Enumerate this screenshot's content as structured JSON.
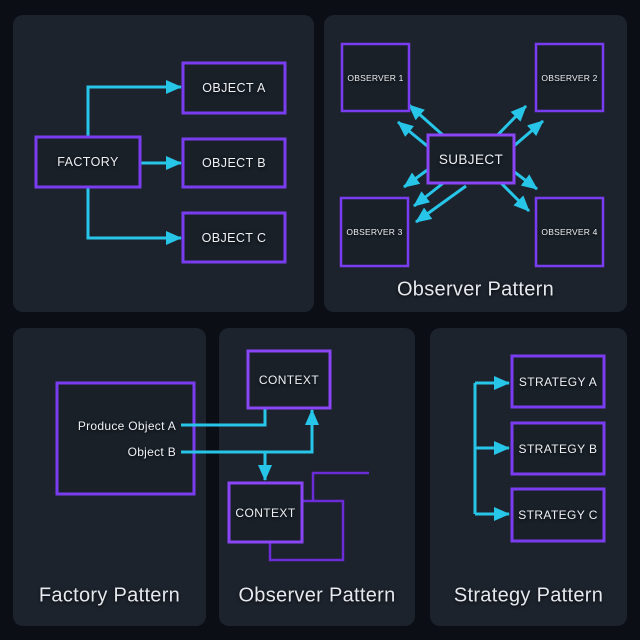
{
  "colors": {
    "violet": "#7a3cf0",
    "violet_bright": "#8a45f6",
    "violet_dim": "#6b2bd6",
    "cyan": "#27c5e8",
    "panel": "#1d232d",
    "page": "#0b0f15"
  },
  "factory_top": {
    "factory": "FACTORY",
    "object_a": "OBJECT A",
    "object_b": "OBJECT B",
    "object_c": "OBJECT C"
  },
  "observer_top": {
    "subject": "SUBJECT",
    "observer_1": "OBSERVER 1",
    "observer_2": "OBSERVER 2",
    "observer_3": "OBSERVER 3",
    "observer_4": "OBSERVER 4",
    "caption": "Observer Pattern"
  },
  "factory_bottom": {
    "produce_a": "Produce Object A",
    "produce_b": "Object B",
    "caption": "Factory Pattern"
  },
  "observer_bottom": {
    "context_top": "CONTEXT",
    "context_bottom": "CONTEXT",
    "caption": "Observer Pattern"
  },
  "strategy": {
    "strategy_a": "STRATEGY A",
    "strategy_b": "STRATEGY B",
    "strategy_c": "STRATEGY C",
    "caption": "Strategy Pattern"
  }
}
